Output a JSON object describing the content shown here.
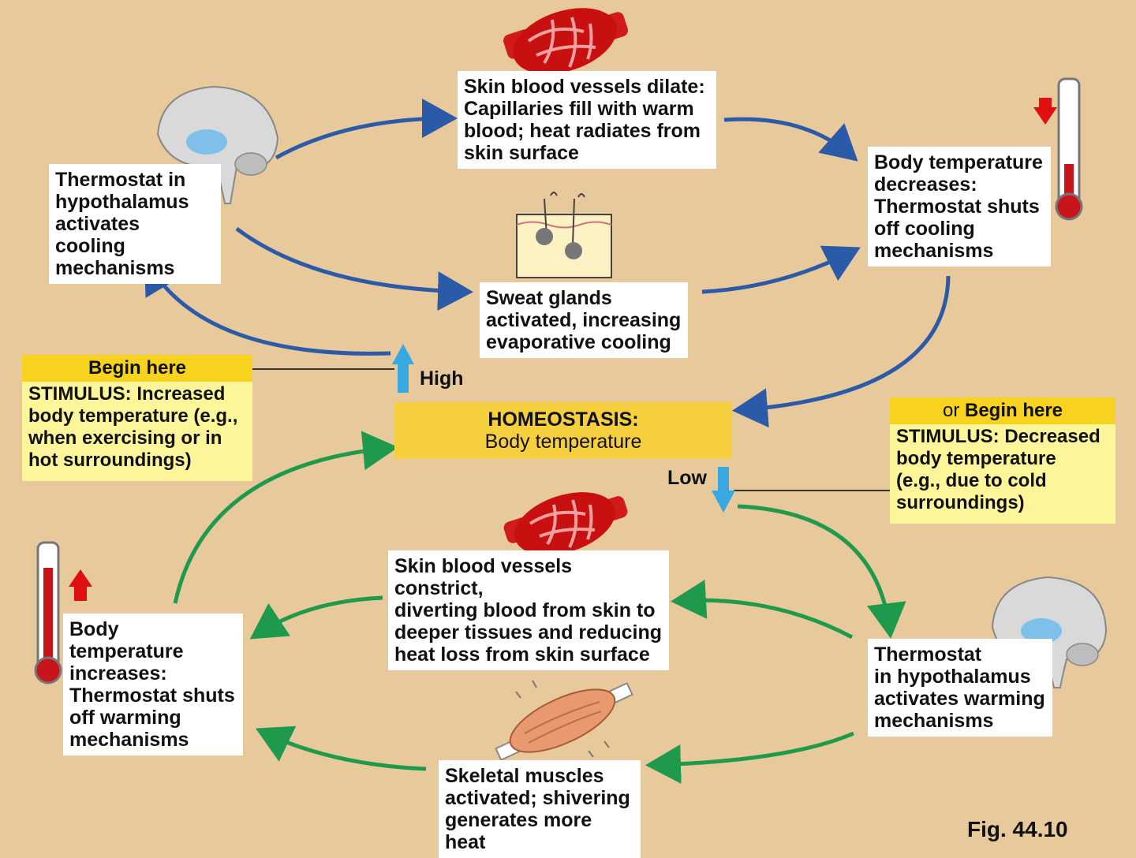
{
  "colors": {
    "background": "#e8c99c",
    "cooling_arrow": "#2a5aa8",
    "warming_arrow": "#1f9a4c",
    "homeostasis_box": "#f5cf3e",
    "stimulus_header": "#f7d21f",
    "stimulus_body": "#fdf59a",
    "high_low_arrow": "#38a8e0",
    "thermometer_arrow": "#e01010"
  },
  "icons": [
    "brain-icon",
    "blood-vessel-icon",
    "thermometer-icon",
    "skin-sweat-gland-icon",
    "skeletal-muscle-icon"
  ],
  "cooling": {
    "thermostat": "Thermostat in\nhypothalamus\nactivates cooling\nmechanisms",
    "vessels": "Skin blood vessels dilate:\nCapillaries fill with warm\nblood; heat radiates from\nskin surface",
    "sweat": "Sweat glands\nactivated, increasing\nevaporative cooling",
    "result": "Body temperature\ndecreases:\nThermostat shuts\noff cooling\nmechanisms"
  },
  "warming": {
    "thermostat": "Thermostat\nin hypothalamus\nactivates warming\nmechanisms",
    "vessels": "Skin blood vessels constrict,\ndiverting blood from skin to\ndeeper tissues and reducing\nheat loss from skin surface",
    "muscles": "Skeletal muscles\nactivated; shivering\ngenerates more heat",
    "result": "Body temperature\nincreases:\nThermostat shuts\noff warming\nmechanisms"
  },
  "stimulus_high": {
    "header": "Begin here",
    "text": "STIMULUS: Increased\nbody temperature (e.g.,\nwhen exercising or in\nhot surroundings)"
  },
  "stimulus_low": {
    "header_prefix": "or ",
    "header": "Begin here",
    "text": "STIMULUS: Decreased\nbody temperature\n(e.g., due to cold\nsurroundings)"
  },
  "homeostasis": {
    "title": "HOMEOSTASIS:",
    "subtitle": "Body temperature"
  },
  "labels": {
    "high": "High",
    "low": "Low",
    "figure": "Fig. 44.10"
  }
}
